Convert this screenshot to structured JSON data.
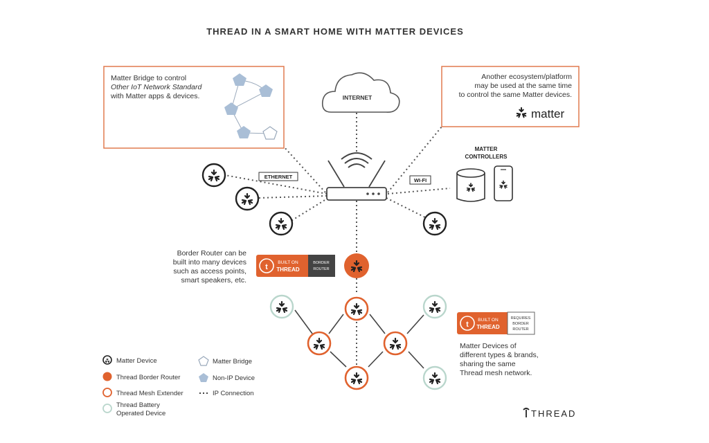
{
  "title": "THREAD IN A SMART HOME WITH MATTER DEVICES",
  "internet_label": "INTERNET",
  "ethernet_label": "ETHERNET",
  "wifi_label": "WI-FI",
  "controllers_label": [
    "MATTER",
    "CONTROLLERS"
  ],
  "bridge_box": {
    "line1": "Matter Bridge to control",
    "line2": "Other IoT Network Standard",
    "line3": "with Matter apps & devices."
  },
  "ecosystem_box": {
    "line1": "Another ecosystem/platform",
    "line2": "may be used at the same time",
    "line3": "to control the same Matter devices.",
    "logo_text": "matter"
  },
  "border_router_note": [
    "Border Router can be",
    "built into many devices",
    "such as access points,",
    "smart speakers, etc."
  ],
  "badge_border_router": {
    "built_on": "BUILT ON",
    "thread": "THREAD",
    "tag_line1": "BORDER",
    "tag_line2": "ROUTER"
  },
  "badge_requires": {
    "built_on": "BUILT ON",
    "thread": "THREAD",
    "tag_line1": "REQUIRES",
    "tag_line2": "BORDER",
    "tag_line3": "ROUTER"
  },
  "matter_devices_note": [
    "Matter Devices of",
    "different types & brands,",
    "sharing the same",
    "Thread mesh network."
  ],
  "legend": {
    "matter_device": "Matter Device",
    "thread_border_router": "Thread Border Router",
    "thread_mesh_extender": "Thread Mesh Extender",
    "thread_battery": [
      "Thread Battery",
      "Operated Device"
    ],
    "matter_bridge": "Matter Bridge",
    "non_ip_device": "Non-IP Device",
    "ip_connection": "IP Connection"
  },
  "thread_logo_text": "THREAD",
  "colors": {
    "orange": "#e0622e",
    "dark": "#333333",
    "battery_ring": "#b9d6cc",
    "bridge_blue": "#a9bed6"
  }
}
